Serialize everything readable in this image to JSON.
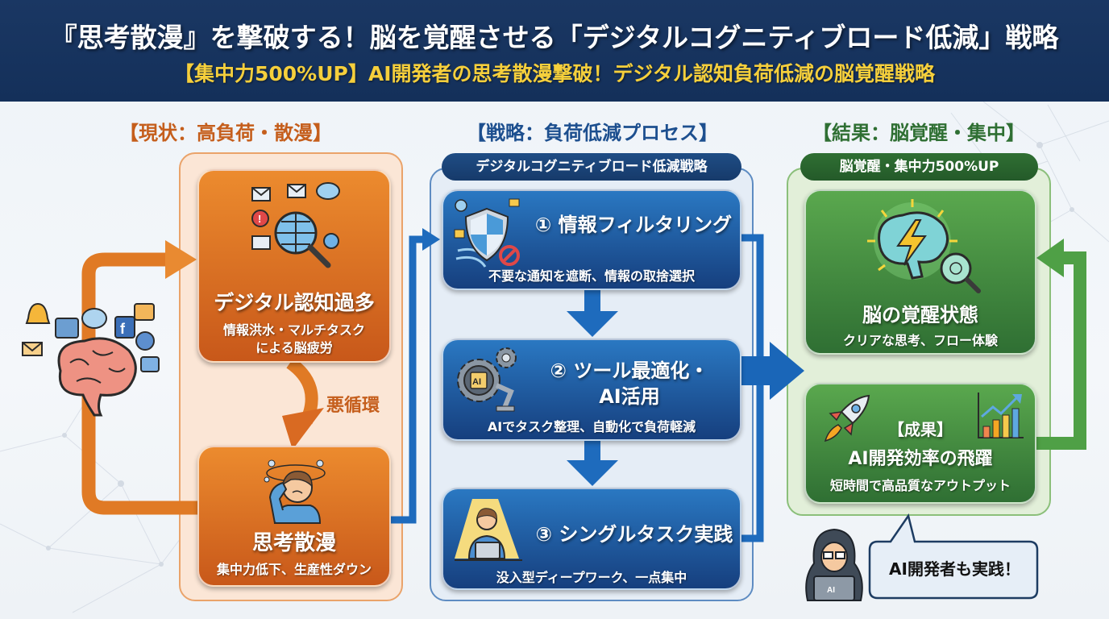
{
  "header": {
    "title": "『思考散漫』を撃破する！脳を覚醒させる「デジタルコグニティブロード低減」戦略",
    "subtitle": "【集中力500%UP】AI開発者の思考散漫撃破！デジタル認知負荷低減の脳覚醒戦略"
  },
  "colors": {
    "header_bg": "#14305a",
    "subtitle": "#f5cf3c",
    "orange": "#e07a25",
    "orange_dark": "#c8581a",
    "blue": "#1e6bbd",
    "blue_dark": "#163f7e",
    "green": "#4a9a45",
    "green_dark": "#2f6f33"
  },
  "sections": {
    "current": {
      "heading": "【現状：高負荷・散漫】",
      "cards": [
        {
          "title": "デジタル認知過多",
          "desc_line1": "情報洪水・マルチタスク",
          "desc_line2": "による脳疲労",
          "icon": "globe-magnifier-notifications-icon"
        },
        {
          "title": "思考散漫",
          "desc": "集中力低下、生産性ダウン",
          "icon": "confused-person-icon"
        }
      ],
      "loop_label": "悪循環",
      "left_icon": "overloaded-brain-icon"
    },
    "strategy": {
      "heading": "【戦略：負荷低減プロセス】",
      "pill": "デジタルコグニティブロード低減戦略",
      "steps": [
        {
          "title": "① 情報フィルタリング",
          "desc": "不要な通知を遮断、情報の取捨選択",
          "icon": "shield-filter-icon"
        },
        {
          "title_line1": "② ツール最適化・",
          "title_line2": "AI活用",
          "desc": "AIでタスク整理、自動化で負荷軽減",
          "icon": "ai-gear-robot-arm-icon"
        },
        {
          "title": "③ シングルタスク実践",
          "desc": "没入型ディープワーク、一点集中",
          "icon": "focused-worker-spotlight-icon"
        }
      ]
    },
    "result": {
      "heading": "【結果：脳覚醒・集中】",
      "pill": "脳覚醒・集中力500%UP",
      "cards": [
        {
          "title": "脳の覚醒状態",
          "desc": "クリアな思考、フロー体験",
          "icon": "glowing-brain-lightning-icon"
        },
        {
          "label": "【成果】",
          "title": "AI開発効率の飛躍",
          "desc": "短時間で高品質なアウトプット",
          "icon_left": "rocket-icon",
          "icon_right": "growth-chart-icon"
        }
      ],
      "callout": "AI開発者も実践！",
      "laptop_label": "AI"
    }
  }
}
